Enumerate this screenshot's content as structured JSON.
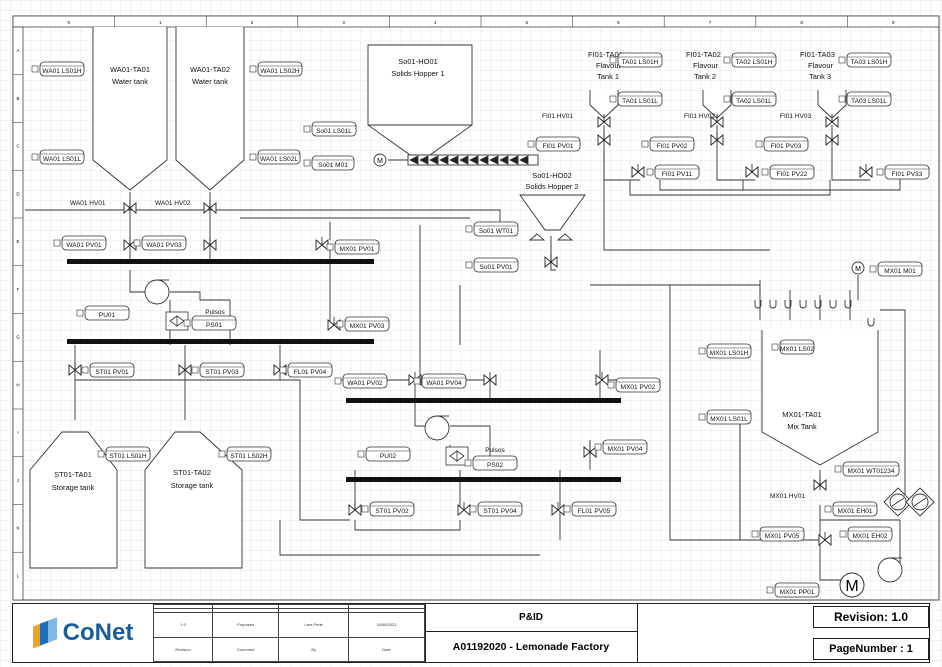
{
  "diagram": {
    "grid_columns": [
      "0",
      "1",
      "2",
      "3",
      "4",
      "5",
      "6",
      "7",
      "8",
      "9"
    ],
    "grid_rows": [
      "A",
      "B",
      "C",
      "D",
      "E",
      "F",
      "G",
      "H",
      "I",
      "J",
      "K",
      "L"
    ],
    "equipment": [
      {
        "id": "wa01ta01",
        "line1": "WA01-TA01",
        "line2": "Water tank"
      },
      {
        "id": "wa01ta02",
        "line1": "WA01-TA02",
        "line2": "Water tank"
      },
      {
        "id": "so01ho01",
        "line1": "So01-HO01",
        "line2": "Solids Hopper 1"
      },
      {
        "id": "so01ho02",
        "line1": "So01-HO02",
        "line2": "Solids Hopper 2"
      },
      {
        "id": "fi01ta01",
        "line1": "FI01-TA01",
        "line2": "Flavour",
        "line3": "Tank 1"
      },
      {
        "id": "fi01ta02",
        "line1": "FI01-TA02",
        "line2": "Flavour",
        "line3": "Tank 2"
      },
      {
        "id": "fi01ta03",
        "line1": "FI01-TA03",
        "line2": "Flavour",
        "line3": "Tank 3"
      },
      {
        "id": "mx01ta01",
        "line1": "MX01-TA01",
        "line2": "Mix Tank"
      },
      {
        "id": "st01ta01",
        "line1": "ST01-TA01",
        "line2": "Storage tank"
      },
      {
        "id": "st01ta02",
        "line1": "ST01-TA02",
        "line2": "Storage tank"
      }
    ],
    "tags": [
      {
        "id": "t1",
        "text": "WA01 LS01H"
      },
      {
        "id": "t2",
        "text": "WA01 LS02H"
      },
      {
        "id": "t3",
        "text": "WA01 LS01L"
      },
      {
        "id": "t4",
        "text": "WA01 LS02L"
      },
      {
        "id": "t5",
        "text": "So01 LS01L"
      },
      {
        "id": "t6",
        "text": "So01 M01"
      },
      {
        "id": "t7",
        "text": "TA01 LS01H"
      },
      {
        "id": "t8",
        "text": "TA02 LS01H"
      },
      {
        "id": "t9",
        "text": "TA03 LS01H"
      },
      {
        "id": "t10",
        "text": "TA01 LS01L"
      },
      {
        "id": "t11",
        "text": "TA02 LS01L"
      },
      {
        "id": "t12",
        "text": "TA03 LS01L"
      },
      {
        "id": "t13",
        "text": "FI01 PV01"
      },
      {
        "id": "t14",
        "text": "FI01 PV02"
      },
      {
        "id": "t15",
        "text": "FI01 PV03"
      },
      {
        "id": "t16",
        "text": "FI01 PV11"
      },
      {
        "id": "t17",
        "text": "FI01 PV22"
      },
      {
        "id": "t18",
        "text": "FI01 PV33"
      },
      {
        "id": "t19",
        "text": "WA01 PV01"
      },
      {
        "id": "t20",
        "text": "WA01 PV03"
      },
      {
        "id": "t21",
        "text": "MX01 PV01"
      },
      {
        "id": "t22",
        "text": "So01 WT01"
      },
      {
        "id": "t23",
        "text": "So01 PV01"
      },
      {
        "id": "t24",
        "text": "MX01 M01"
      },
      {
        "id": "t25",
        "text": "PU01"
      },
      {
        "id": "t26",
        "text": "PS01"
      },
      {
        "id": "t27",
        "text": "MX01 PV03"
      },
      {
        "id": "t28",
        "text": "MX01 LS01H"
      },
      {
        "id": "t29",
        "text": "MX01 LS02"
      },
      {
        "id": "t30",
        "text": "ST01 PV01"
      },
      {
        "id": "t31",
        "text": "ST01 PV03"
      },
      {
        "id": "t32",
        "text": "FL01 PV04"
      },
      {
        "id": "t33",
        "text": "WA01 PV02"
      },
      {
        "id": "t34",
        "text": "WA01 PV04"
      },
      {
        "id": "t35",
        "text": "MX01 PV02"
      },
      {
        "id": "t36",
        "text": "MX01 LS01L"
      },
      {
        "id": "t37",
        "text": "ST01 LS01H"
      },
      {
        "id": "t38",
        "text": "ST01 LS02H"
      },
      {
        "id": "t39",
        "text": "PU02"
      },
      {
        "id": "t40",
        "text": "PS02"
      },
      {
        "id": "t41",
        "text": "MX01 PV04"
      },
      {
        "id": "t42",
        "text": "MX01 WT01234"
      },
      {
        "id": "t43",
        "text": "ST01 PV02"
      },
      {
        "id": "t44",
        "text": "ST01 PV04"
      },
      {
        "id": "t45",
        "text": "FL01 PV05"
      },
      {
        "id": "t46",
        "text": "MX01 EH01"
      },
      {
        "id": "t47",
        "text": "MX01 PV05"
      },
      {
        "id": "t48",
        "text": "MX01 EH02"
      },
      {
        "id": "t49",
        "text": "MX01 PP01"
      }
    ],
    "hand_valves": [
      {
        "id": "h1",
        "text": "WA01 HV01"
      },
      {
        "id": "h2",
        "text": "WA01 HV02"
      },
      {
        "id": "h3",
        "text": "FI01 HV01"
      },
      {
        "id": "h4",
        "text": "FI01 HV02"
      },
      {
        "id": "h5",
        "text": "FI01 HV03"
      },
      {
        "id": "h6",
        "text": "MX01 HV01"
      }
    ],
    "pulsos_label": "Pulsos",
    "motor_letter": "M"
  },
  "title_block": {
    "company": "CoNet",
    "brand_color": "#1a5d9a",
    "accent_colors": [
      "#f0a21c",
      "#1f6fb8",
      "#7fb8e6"
    ],
    "revision_row": [
      "1.0",
      "Proposed",
      "Lars Pede",
      "10/06/2021"
    ],
    "revision_header": [
      "Revision",
      "Comment",
      "By",
      "Date"
    ],
    "drawing_type": "P&ID",
    "drawing_title": "A01192020 - Lemonade Factory",
    "revision": "Revision: 1.0",
    "page_number": "PageNumber : 1"
  }
}
